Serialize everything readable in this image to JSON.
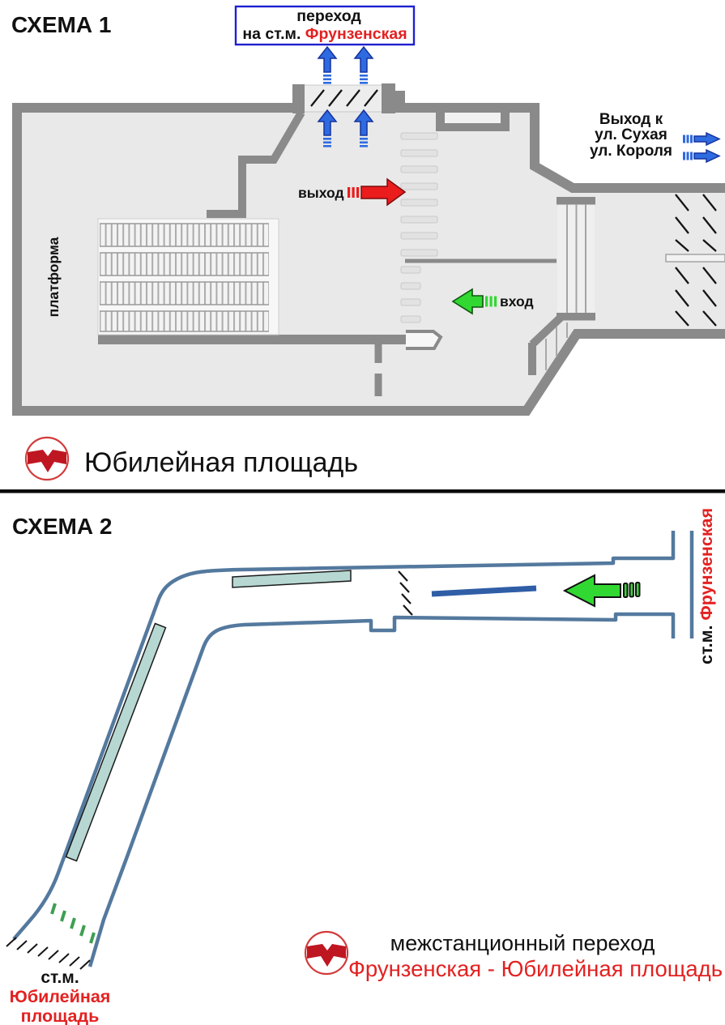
{
  "colors": {
    "wall_gray": "#8a8a8a",
    "floor_gray": "#e9e9e9",
    "scheme2_wall_blue": "#54799e",
    "arrow_blue": "#2e6ae0",
    "arrow_blue_outline": "#16339e",
    "arrow_red": "#ea1c1c",
    "arrow_green": "#32d832",
    "escalator_teal": "#b7d8d2",
    "panel_navy": "#2f5ea6",
    "metro_red": "#bf1722",
    "box_border_blue": "#1f1fd0",
    "station_red": "#e32121",
    "turnstile_green": "#3f9e52"
  },
  "scheme1": {
    "title": "СХЕМА 1",
    "transfer_box": {
      "line1": "переход",
      "line2_prefix": "на ст.м. ",
      "line2_station": "Фрунзенская"
    },
    "platform_label": "платформа",
    "exit_label": "выход",
    "entrance_label": "вход",
    "street_exit": {
      "line1": "Выход к",
      "line2": "ул. Сухая",
      "line3": "ул. Короля"
    },
    "station_name": "Юбилейная площадь"
  },
  "scheme2": {
    "title": "СХЕМА 2",
    "frunzenskaya": {
      "prefix": "ст.м. ",
      "name": "Фрунзенская"
    },
    "yubileynaya": {
      "prefix": "ст.м.",
      "line1": "Юбилейная",
      "line2": "площадь"
    },
    "caption": {
      "line1": "межстанционный переход",
      "line2": "Фрунзенская - Юбилейная площадь"
    }
  }
}
